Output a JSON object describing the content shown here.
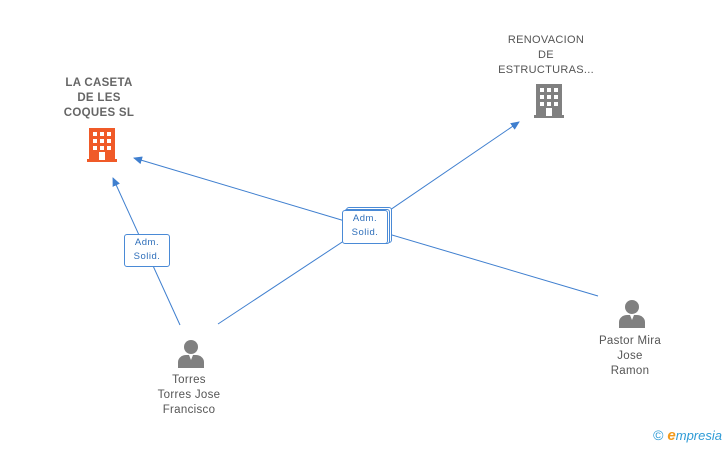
{
  "nodes": {
    "company_main": {
      "lines": [
        "LA CASETA",
        "DE LES",
        "COQUES SL"
      ]
    },
    "company_other": {
      "lines": [
        "RENOVACION",
        "DE",
        "ESTRUCTURAS..."
      ]
    },
    "person_torres": {
      "lines": [
        "Torres",
        "Torres Jose",
        "Francisco"
      ]
    },
    "person_pastor": {
      "lines": [
        "Pastor Mira",
        "Jose",
        "Ramon"
      ]
    }
  },
  "edges": {
    "left_badge": {
      "lines": [
        "Adm.",
        "Solid."
      ]
    },
    "center_badge": {
      "lines": [
        "Adm.",
        "Solid."
      ]
    }
  },
  "colors": {
    "edge": "#3f7fcf",
    "company_main_icon": "#f05a28",
    "company_other_icon": "#808080",
    "person_icon": "#808080"
  },
  "footer": {
    "copyright": "©",
    "brand_initial": "e",
    "brand_rest": "mpresia"
  }
}
